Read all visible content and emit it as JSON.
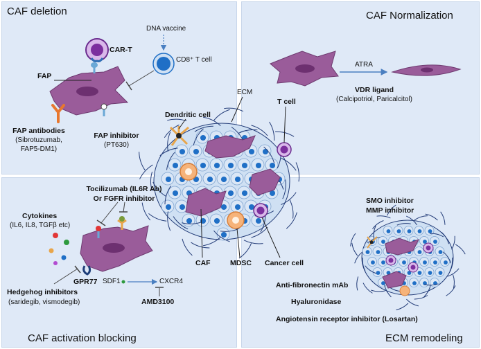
{
  "quadrants": {
    "top_left_title": "CAF deletion",
    "top_right_title": "CAF Normalization",
    "bottom_left_title": "CAF activation blocking",
    "bottom_right_title": "ECM remodeling"
  },
  "deletion": {
    "dna_vaccine": "DNA vaccine",
    "car_t": "CAR-T",
    "cd8_t_cell": "CD8⁺ T cell",
    "fap": "FAP",
    "fap_antibodies": "FAP antibodies",
    "fap_antibodies_examples_1": "(Sibrotuzumab,",
    "fap_antibodies_examples_2": "FAP5-DM1)",
    "fap_inhibitor": "FAP inhibitor",
    "fap_inhibitor_example": "(PT630)"
  },
  "normalization": {
    "atra": "ATRA",
    "vdr_ligand": "VDR ligand",
    "vdr_examples": "(Calcipotriol, Paricalcitol)"
  },
  "center": {
    "dendritic_cell": "Dendritic cell",
    "ecm": "ECM",
    "t_cell": "T cell",
    "caf": "CAF",
    "mdsc": "MDSC",
    "cancer_cell": "Cancer cell"
  },
  "blocking": {
    "tocilizumab": "Tocilizumab (IL6R Ab)",
    "fgfr_inhibitor": "Or FGFR inhibitor",
    "cytokines": "Cytokines",
    "cytokine_list": "(IL6, IL8, TGFβ etc)",
    "gpr77": "GPR77",
    "sdf1": "SDF1",
    "cxcr4": "CXCR4",
    "amd3100": "AMD3100",
    "hedgehog": "Hedgehog inhibitors",
    "hedgehog_examples": "(saridegib,  vismodegib)"
  },
  "remodeling": {
    "smo_inhibitor": "SMO inhibitor",
    "mmp_inhibitor": "MMP inhibitor",
    "anti_fibronectin": "Anti-fibronectin mAb",
    "hyaluronidase": "Hyaluronidase",
    "angiotensin": "Angiotensin receptor inhibitor (Losartan)"
  },
  "colors": {
    "panel_bg": "#dfe9f7",
    "caf_fill": "#9a5c9a",
    "cancer_cell": "#cfe0f3",
    "nucleus_blue": "#1f6fc6",
    "t_cell_purple": "#7c2f9e",
    "mdsc_orange": "#f6b37a",
    "ecm_fiber": "#233c78"
  }
}
